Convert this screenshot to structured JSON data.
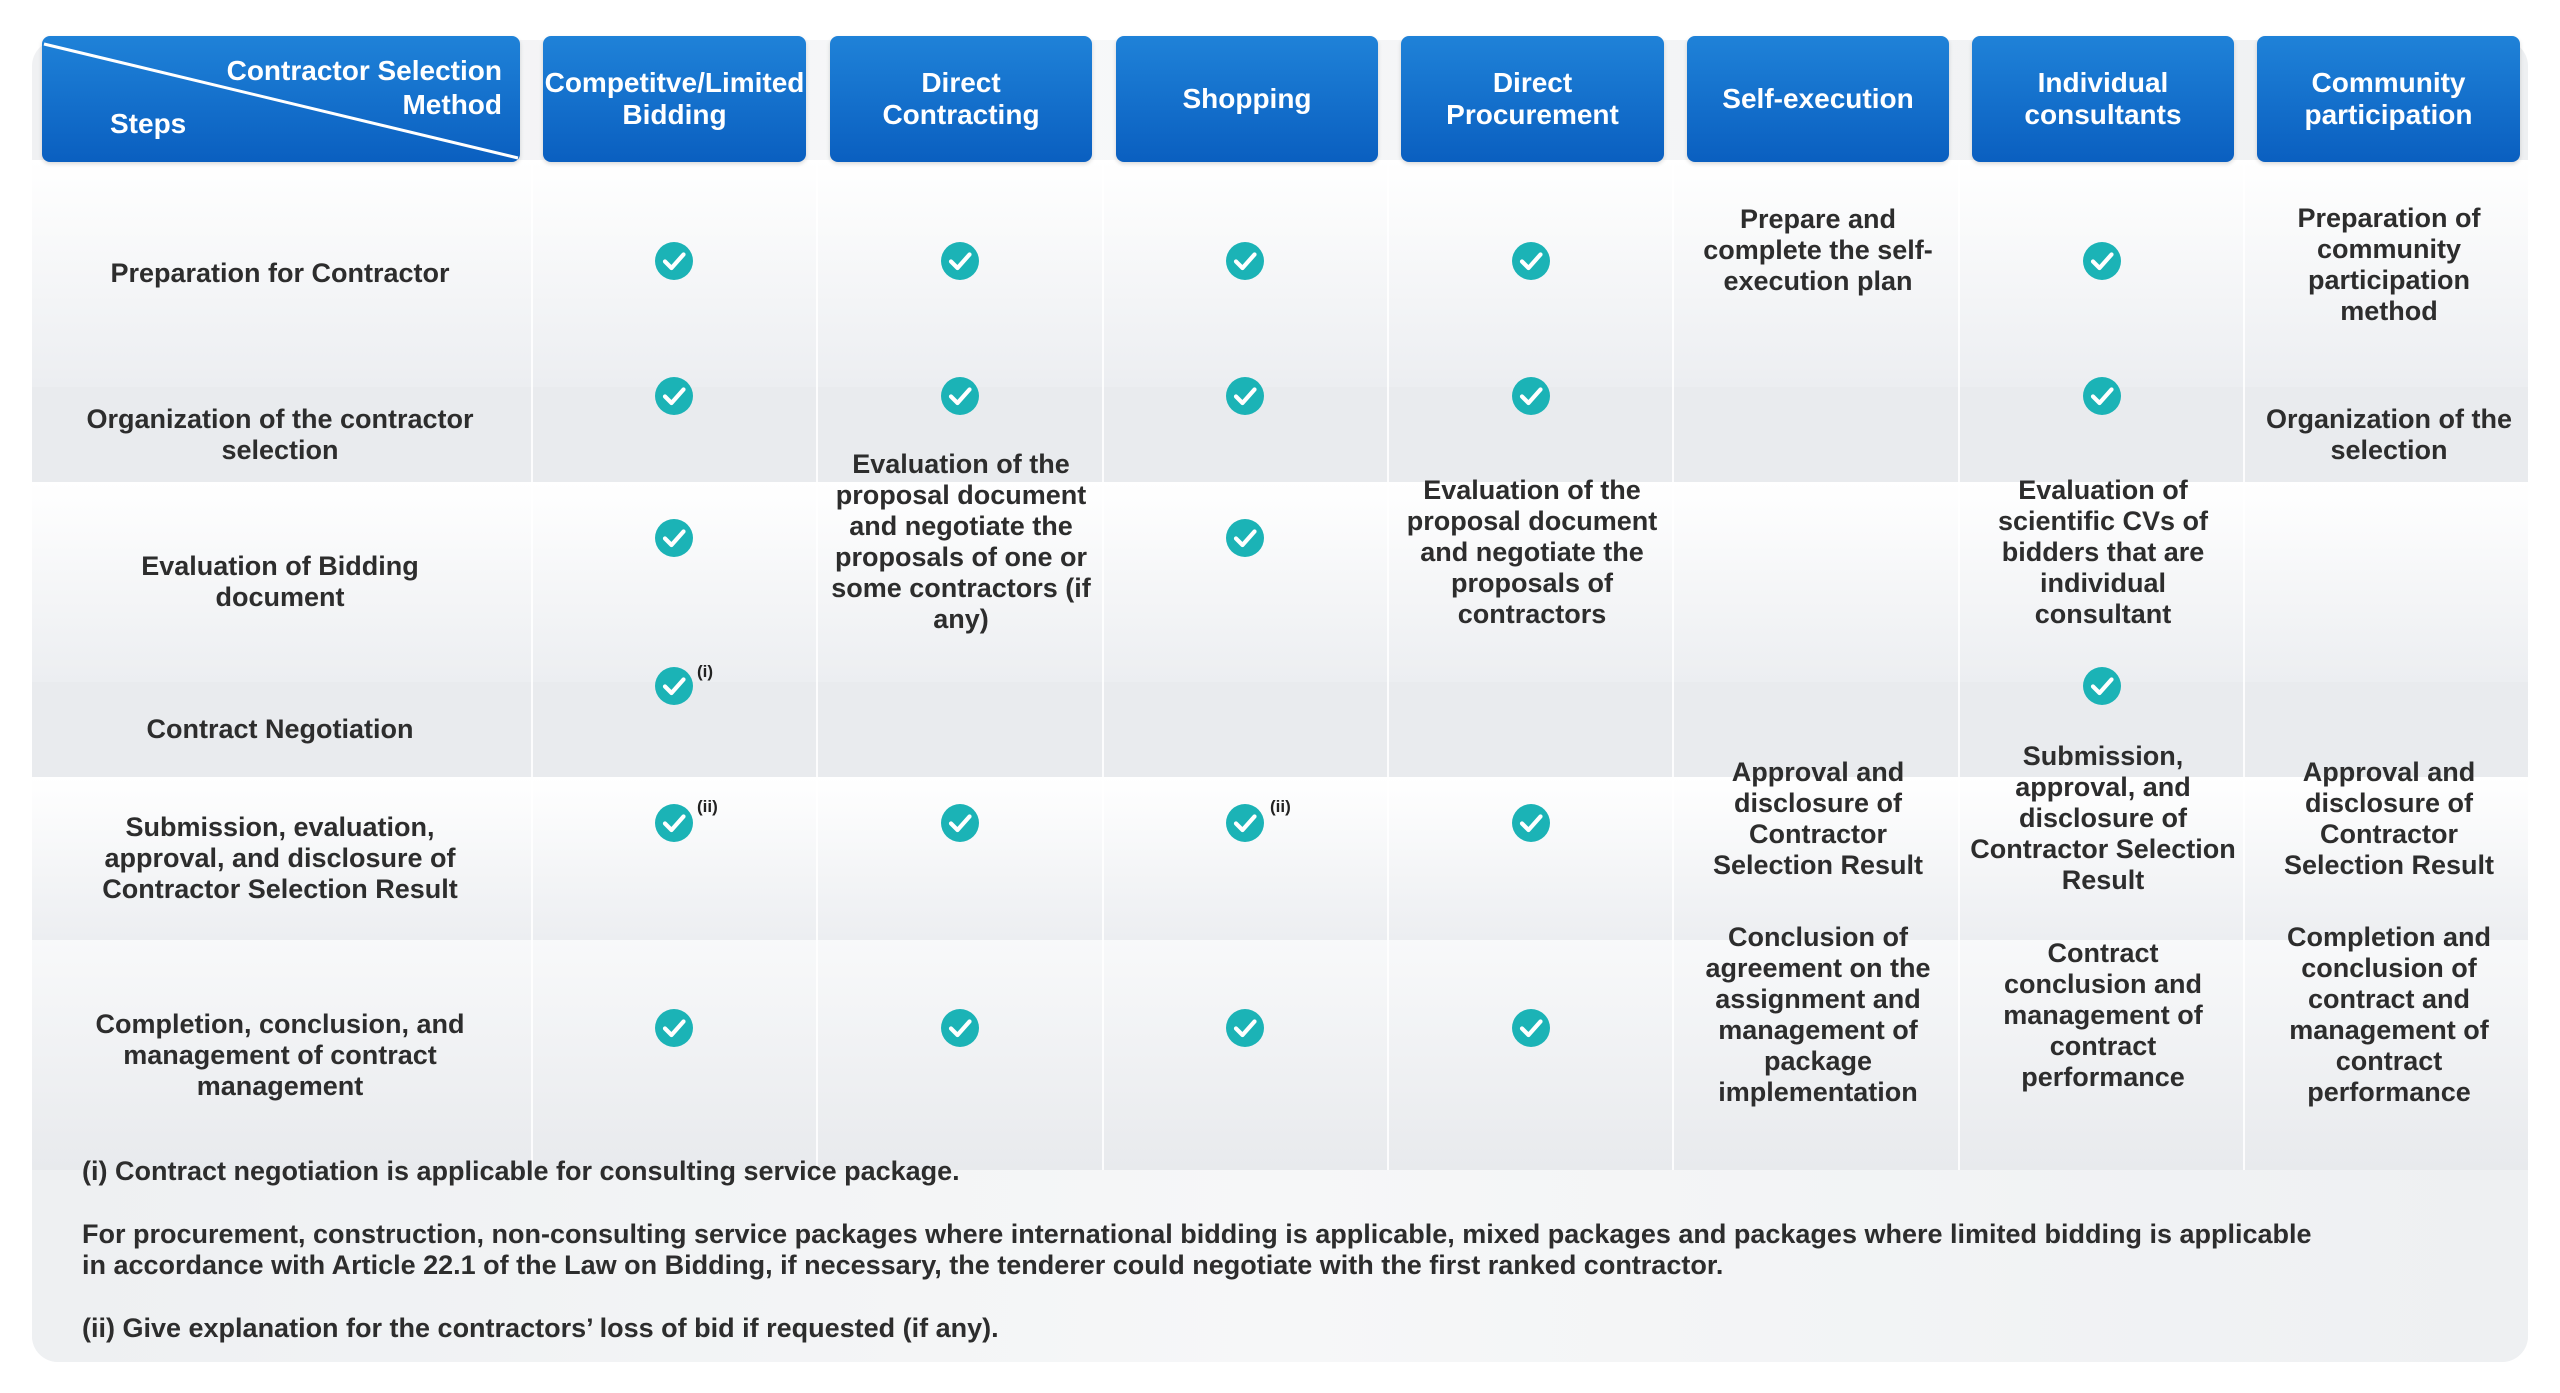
{
  "header": {
    "corner_top": "Contractor Selection Method",
    "corner_bottom": "Steps",
    "columns": [
      "Competitve/Limited Bidding",
      "Direct Contracting",
      "Shopping",
      "Direct Procurement",
      "Self-execution",
      "Individual consultants",
      "Community participation"
    ]
  },
  "rows": [
    {
      "step": "Preparation for Contractor"
    },
    {
      "step": "Organization of the contractor selection"
    },
    {
      "step": "Evaluation of Bidding document"
    },
    {
      "step": "Contract Negotiation"
    },
    {
      "step": "Submission, evaluation, approval, and disclosure of Contractor Selection Result"
    },
    {
      "step": "Completion, conclusion, and management of contract management"
    }
  ],
  "cells": {
    "r0_self": "Prepare and complete the self-execution plan",
    "r0_comm": "Preparation of community participation method",
    "r1_comm": "Organization of the selection",
    "r2_direct": "Evaluation of the proposal document and negotiate the proposals of one or some contractors (if any)",
    "r2_proc": "Evaluation of the proposal document and negotiate the proposals of contractors",
    "r2_indiv": "Evaluation of scientific CVs of bidders that are individual consultant",
    "r4_self": "Approval and disclosure of Contractor Selection Result",
    "r4_indiv": "Submission, approval, and disclosure of Contractor Selection Result",
    "r4_comm": "Approval and disclosure of Contractor Selection Result",
    "r5_self": "Conclusion of agreement on the assignment and management of package implementation",
    "r5_indiv": "Contract conclusion and management of contract performance",
    "r5_comm": "Completion and conclusion of contract and management of contract performance"
  },
  "superscripts": {
    "i": "(i)",
    "ii": "(ii)"
  },
  "notes": {
    "n1": "(i) Contract negotiation is applicable for consulting service package.",
    "n2a": "For procurement, construction, non-consulting service packages where international bidding is applicable, mixed packages and packages where limited bidding is applicable",
    "n2b": "in accordance with Article 22.1 of the Law on Bidding, if necessary, the tenderer could negotiate with the first ranked contractor.",
    "n3": "(ii) Give explanation for the contractors’ loss of bid if requested (if any)."
  },
  "colors": {
    "header_blue": "#0a5fc0",
    "check_teal": "#1bb3b6"
  },
  "icons": {
    "check": "check-circle-icon"
  }
}
